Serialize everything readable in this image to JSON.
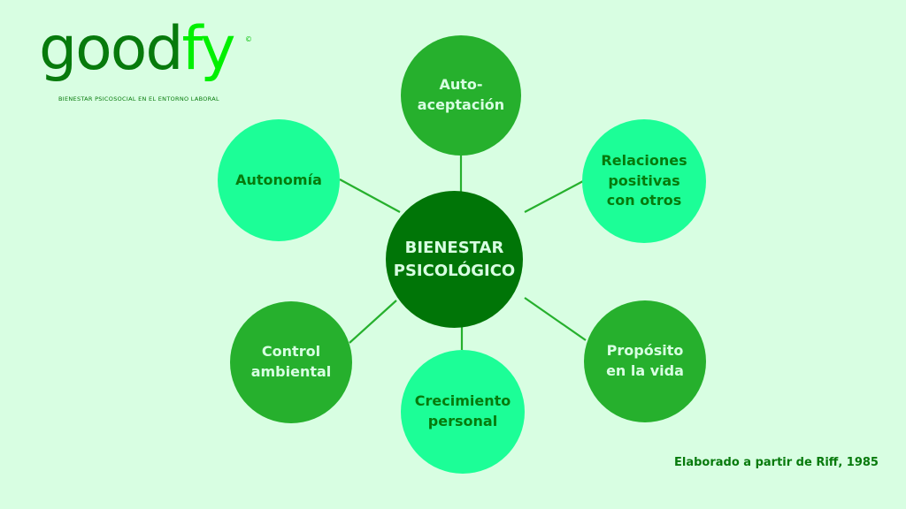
{
  "logo": {
    "word_dark": "good",
    "word_bright": "fy",
    "registered_mark": "©",
    "tagline": "BIENESTAR PSICOSOCIAL EN EL ENTORNO LABORAL"
  },
  "diagram": {
    "center": {
      "line1": "BIENESTAR",
      "line2": "PSICOLÓGICO"
    },
    "nodes": [
      {
        "id": "auto-aceptacion",
        "line1": "Auto-",
        "line2": "aceptación",
        "line3": "",
        "style": "mid"
      },
      {
        "id": "relaciones-positivas",
        "line1": "Relaciones",
        "line2": "positivas",
        "line3": "con otros",
        "style": "light"
      },
      {
        "id": "proposito-vida",
        "line1": "Propósito",
        "line2": "en la vida",
        "line3": "",
        "style": "mid"
      },
      {
        "id": "crecimiento-personal",
        "line1": "Crecimiento",
        "line2": "personal",
        "line3": "",
        "style": "light"
      },
      {
        "id": "control-ambiental",
        "line1": "Control",
        "line2": "ambiental",
        "line3": "",
        "style": "mid"
      },
      {
        "id": "autonomia",
        "line1": "Autonomía",
        "line2": "",
        "line3": "",
        "style": "light"
      }
    ]
  },
  "credit": "Elaborado a partir de Riff, 1985",
  "colors": {
    "background": "#d8fee2",
    "center_fill": "#007507",
    "mid_fill": "#26b02d",
    "light_fill": "#1cfe97",
    "dark_text": "#077a0c",
    "connector": "#26b02d",
    "logo_bright": "#00f000"
  }
}
